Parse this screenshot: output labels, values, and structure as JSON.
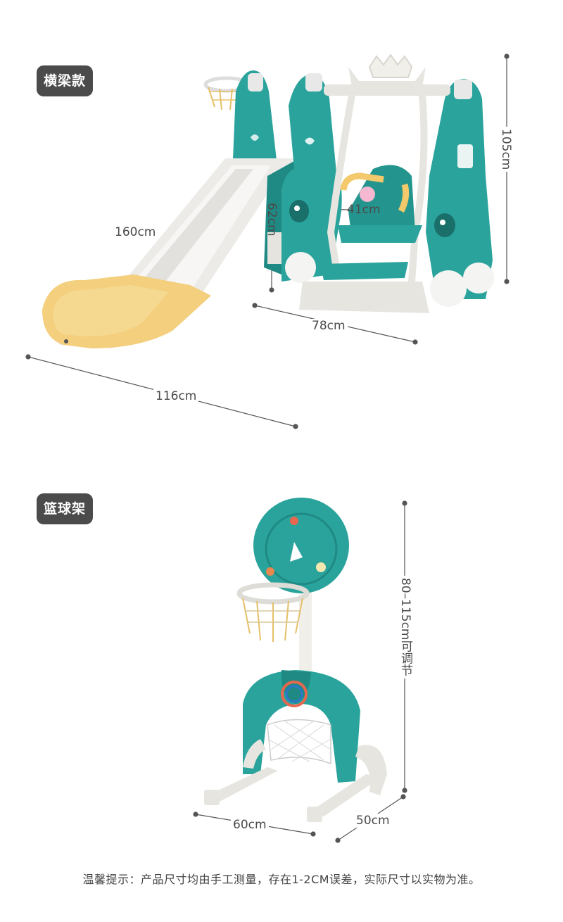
{
  "sections": [
    {
      "label": "横梁款"
    },
    {
      "label": "篮球架"
    }
  ],
  "slide_set": {
    "dims": {
      "height": "105cm",
      "slide_length": "160cm",
      "seat_height": "62cm",
      "swing_width": "41cm",
      "depth": "78cm",
      "total_length": "116cm"
    }
  },
  "hoop_set": {
    "dims": {
      "height": "80–115cm可调节",
      "width": "60cm",
      "depth": "50cm"
    }
  },
  "footnote": "温馨提示：产品尺寸均由手工测量，存在1-2CM误差，实际尺寸以实物为准。",
  "colors": {
    "teal": "#2aa39c",
    "teal_dark": "#1f8a84",
    "cream": "#ece9e4",
    "yellow": "#f3cf7e",
    "badge": "#4b4b4b"
  }
}
